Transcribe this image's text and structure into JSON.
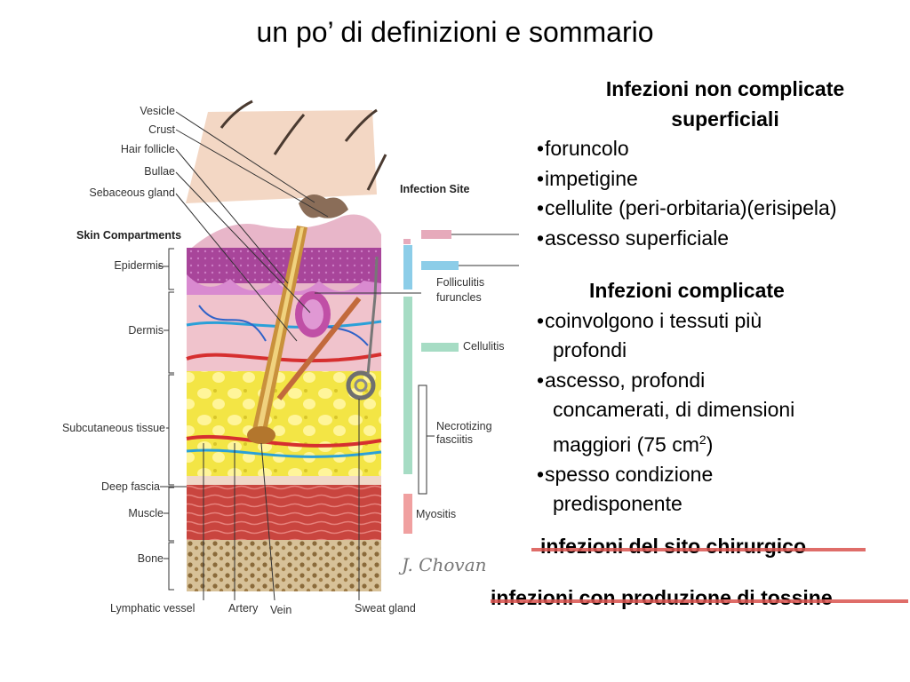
{
  "slide": {
    "title": "un po’ di definizioni e sommario"
  },
  "figure": {
    "top_labels": [
      "Vesicle",
      "Crust",
      "Hair follicle",
      "Bullae",
      "Sebaceous gland"
    ],
    "compartments_title": "Skin Compartments",
    "compartments": [
      "Epidermis",
      "Dermis",
      "Subcutaneous tissue",
      "Deep fascia",
      "Muscle",
      "Bone"
    ],
    "infection_site_title": "Infection Site",
    "infection_sites": [
      "Folliculitis",
      "furuncles",
      "Cellulitis",
      "Necrotizing",
      "fasciitis",
      "Myositis"
    ],
    "bottom_labels": [
      "Lymphatic vessel",
      "Artery",
      "Vein",
      "Sweat gland"
    ],
    "signature": "J. Chovan"
  },
  "panel": {
    "uncomplicated": {
      "heading_line1": "Infezioni  non complicate",
      "heading_line2": "superficiali",
      "items": [
        "foruncolo",
        "impetigine",
        "cellulite (peri-orbitaria)(erisipela)",
        "ascesso superficiale"
      ]
    },
    "complicated": {
      "heading": "Infezioni  complicate",
      "items": [
        {
          "line1": "coinvolgono i tessuti più",
          "line2": "profondi"
        },
        {
          "line1": "ascesso, profondi",
          "line2": "concamerati, di dimensioni",
          "line3_prefix": "maggiori (75 cm",
          "line3_sup": "2",
          "line3_suffix": ")"
        },
        {
          "line1": "spesso condizione",
          "line2": "predisponente"
        }
      ]
    },
    "bullet": "•",
    "struck_items": [
      "infezioni del sito chirurgico",
      "infezioni con produzione di tossine"
    ]
  }
}
